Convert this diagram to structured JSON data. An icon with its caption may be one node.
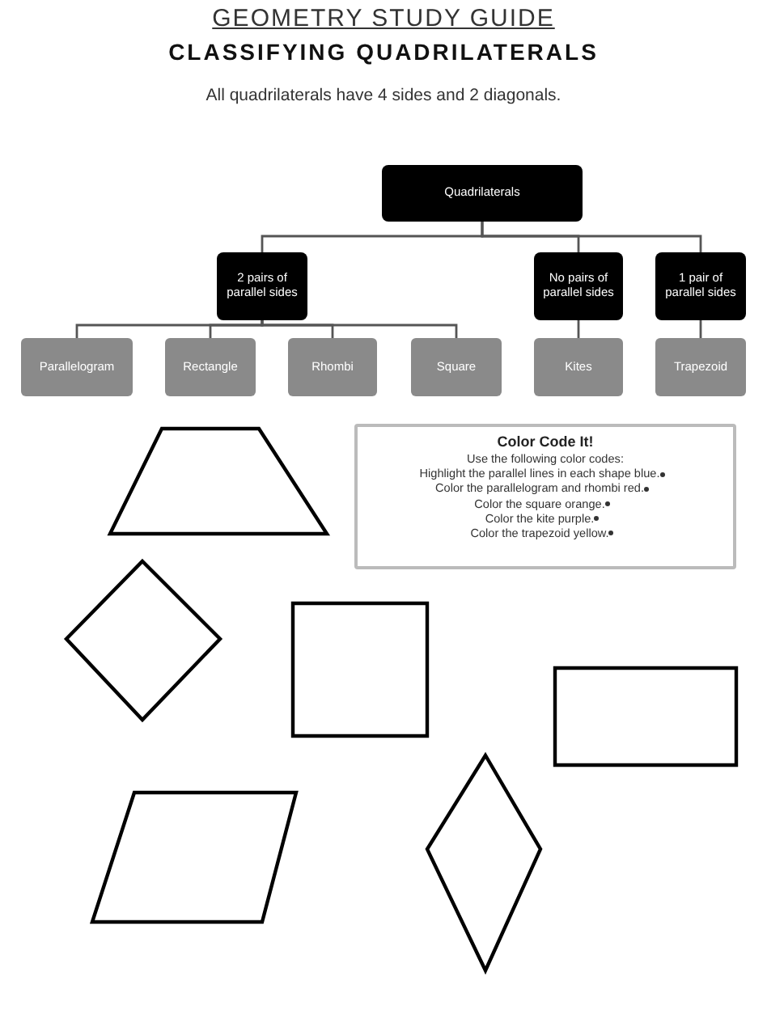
{
  "diagram": {
    "title": "GEOMETRY STUDY GUIDE",
    "caption": "CLASSIFYING QUADRILATERALS",
    "nodes": [
      {
        "text": [
          "Quadrilaterals"
        ]
      },
      {
        "text": [
          "2 pairs of parallel sides"
        ]
      },
      {
        "text": [
          "No pairs of parallel sides"
        ]
      },
      {
        "text": [
          "1 pair of parallel sides"
        ]
      },
      {
        "text": [
          "Parallelogram"
        ]
      },
      {
        "text": [
          "Rectangle"
        ]
      },
      {
        "text": [
          "Rhombi"
        ]
      },
      {
        "text": [
          "Square"
        ]
      },
      {
        "text": [
          "Kites"
        ]
      },
      {
        "text": [
          "Trapezoid"
        ]
      },
      {
        "text": [
          "Color Code It!",
          "Use the following color codes:",
          "Highlight the parallel lines in each shape blue.",
          "Color the parallelogram and rhombi red.",
          "Color the square orange.",
          "Color the kite purple.",
          "Color the trapezoid yellow."
        ]
      },
      {
        "text": [],
        "shape": "trapezoid"
      },
      {
        "text": [],
        "shape": "diamond"
      },
      {
        "text": [],
        "shape": "square"
      },
      {
        "text": [],
        "shape": "rectangle"
      },
      {
        "text": [],
        "shape": "parallelogram"
      },
      {
        "text": [],
        "shape": "kite"
      }
    ],
    "edges": [
      {
        "from": 0,
        "to": 1,
        "arrow": "none"
      },
      {
        "from": 0,
        "to": 2,
        "arrow": "none"
      },
      {
        "from": 0,
        "to": 3,
        "arrow": "none"
      },
      {
        "from": 1,
        "to": 4,
        "arrow": "none"
      },
      {
        "from": 1,
        "to": 5,
        "arrow": "none"
      },
      {
        "from": 1,
        "to": 6,
        "arrow": "none"
      },
      {
        "from": 1,
        "to": 7,
        "arrow": "none"
      },
      {
        "from": 2,
        "to": 8,
        "arrow": "none"
      },
      {
        "from": 3,
        "to": 9,
        "arrow": "none"
      }
    ],
    "labels": [
      "All quadrilaterals have 4 sides and 2 diagonals."
    ]
  }
}
